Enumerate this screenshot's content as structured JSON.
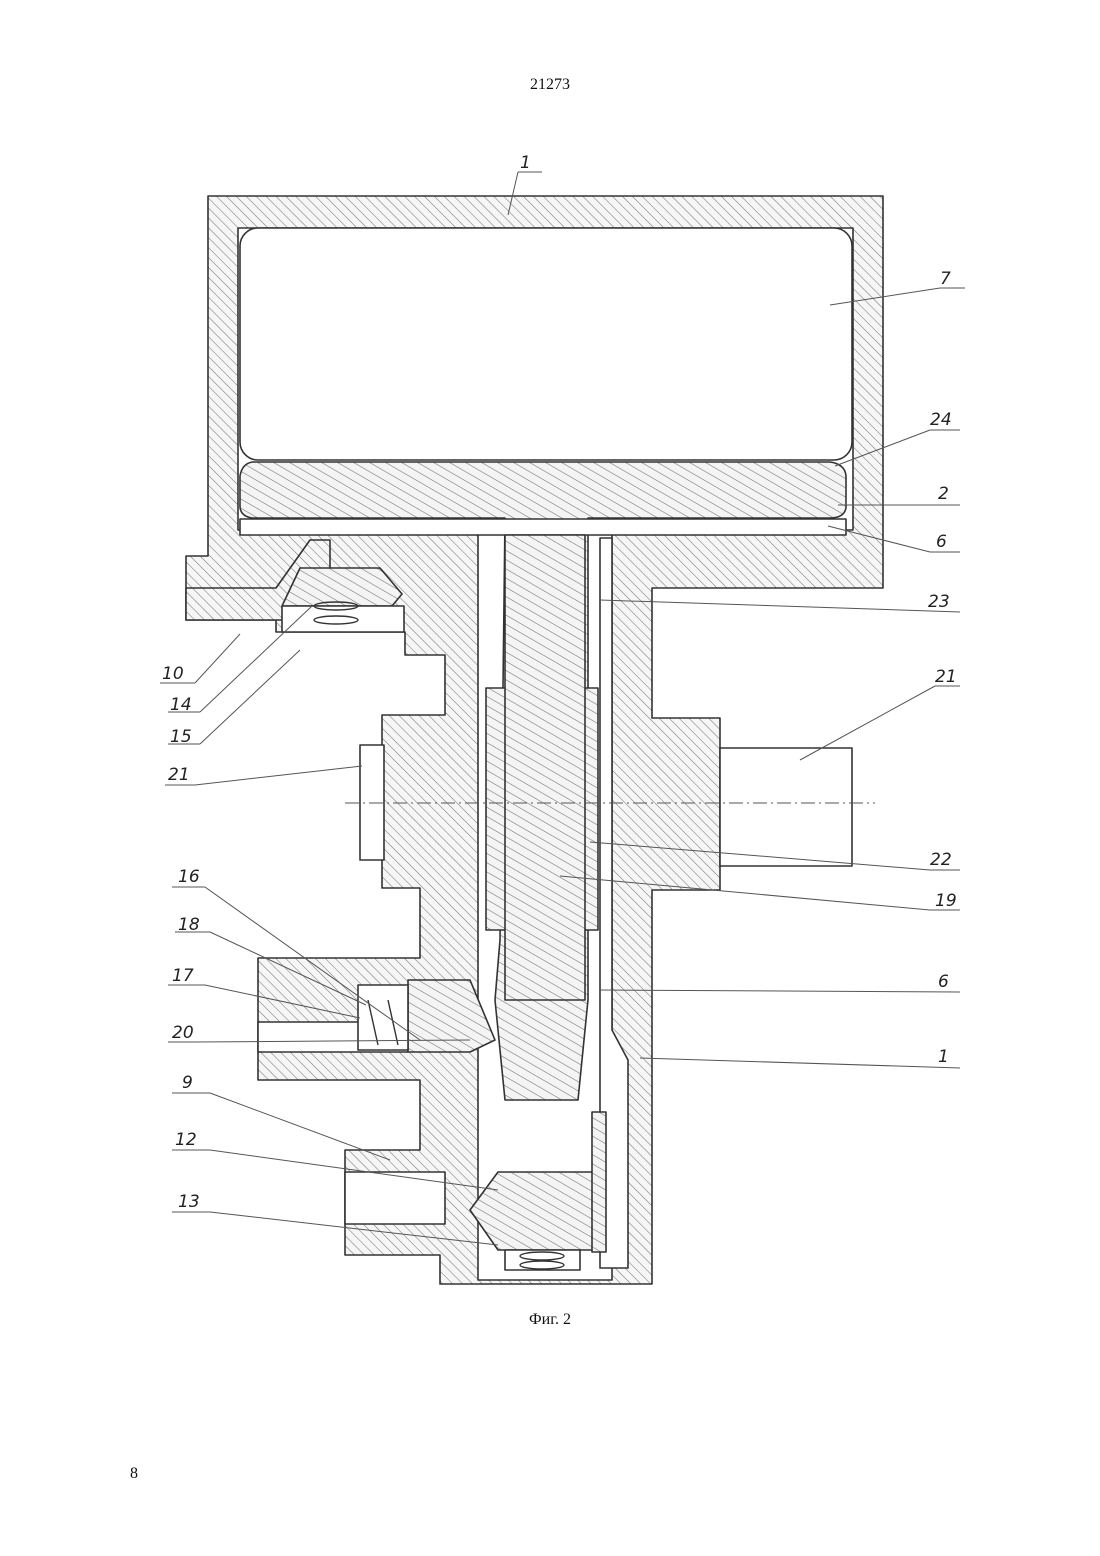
{
  "header": {
    "patent_number": "21273"
  },
  "figure": {
    "caption": "Фиг. 2"
  },
  "footer": {
    "page_number": "8"
  },
  "callouts": [
    {
      "id": "c-1-top",
      "text": "1"
    },
    {
      "id": "c-7",
      "text": "7"
    },
    {
      "id": "c-24",
      "text": "24"
    },
    {
      "id": "c-2",
      "text": "2"
    },
    {
      "id": "c-6-top",
      "text": "6"
    },
    {
      "id": "c-23",
      "text": "23"
    },
    {
      "id": "c-10",
      "text": "10"
    },
    {
      "id": "c-14",
      "text": "14"
    },
    {
      "id": "c-15",
      "text": "15"
    },
    {
      "id": "c-21-left",
      "text": "21"
    },
    {
      "id": "c-21-right",
      "text": "21"
    },
    {
      "id": "c-22",
      "text": "22"
    },
    {
      "id": "c-19",
      "text": "19"
    },
    {
      "id": "c-16",
      "text": "16"
    },
    {
      "id": "c-18",
      "text": "18"
    },
    {
      "id": "c-17",
      "text": "17"
    },
    {
      "id": "c-20",
      "text": "20"
    },
    {
      "id": "c-6-mid",
      "text": "6"
    },
    {
      "id": "c-1-bottom",
      "text": "1"
    },
    {
      "id": "c-9",
      "text": "9"
    },
    {
      "id": "c-12",
      "text": "12"
    },
    {
      "id": "c-13",
      "text": "13"
    }
  ]
}
